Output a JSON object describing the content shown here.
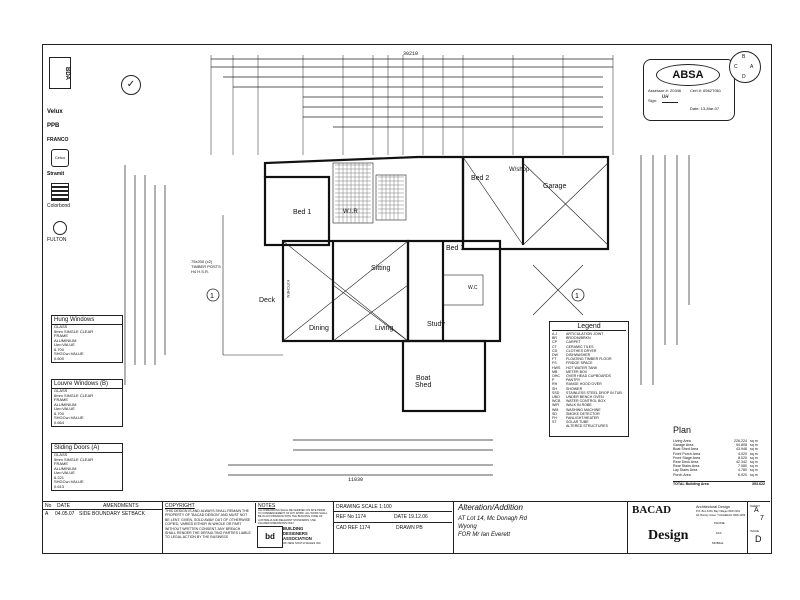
{
  "left_logos": [
    "BDA",
    "Velux",
    "PPB",
    "FRANCO",
    "Cetco",
    "Stramit",
    "Colorbond",
    "FULTON"
  ],
  "rooms": {
    "bed1": "Bed 1",
    "wir": "W.I.R",
    "bed2": "Bed 2",
    "garage": "Garage",
    "bed3": "Bed 3",
    "sitting": "Sitting",
    "dining": "Dining",
    "living": "Living",
    "study": "Study",
    "deck": "Deck",
    "boat_shed": "Boat\nShed",
    "wc": "W.C",
    "kitchen": "KITCHEN",
    "wshop": "W/shop"
  },
  "overall_width": "30210",
  "lower_width": "11030",
  "timber_note": "75x200 (x2)\nTIMBER POSTS\nH4 H.S.R.",
  "abs_stamp": {
    "logo": "ABSA",
    "assessor": "Assessor #: 20346",
    "cert": "Cert #: 6562T061",
    "sign": "Sign:",
    "date": "Date: 13-Mar-07"
  },
  "bca_circle": [
    "B",
    "C",
    "A",
    "D"
  ],
  "hung_windows": {
    "title": "Hung Windows",
    "lines": [
      "GLASS",
      "5mm SINGLE CLEAR",
      "FRAME",
      "ALUMINIUM",
      "Uw=VALUE",
      "6.700",
      "SHGCw=VALUE",
      "0.600"
    ]
  },
  "louvre_windows": {
    "title": "Louvre Windows (B)",
    "lines": [
      "GLASS",
      "6mm SINGLE CLEAR",
      "FRAME",
      "ALUMINIUM",
      "Uw=VALUE",
      "6.700",
      "SHGCw=VALUE",
      "0.664"
    ]
  },
  "sliding_doors": {
    "title": "Sliding Doors (A)",
    "lines": [
      "GLASS",
      "5mm SINGLE CLEAR",
      "FRAME",
      "ALUMINIUM",
      "Uw=VALUE",
      "6.221",
      "SHGCw=VALUE",
      "0.613"
    ]
  },
  "legend": {
    "title": "Legend",
    "items": [
      [
        "A.J",
        "ARTICULATION JOINT"
      ],
      [
        "BR",
        "BROOM/BRKN"
      ],
      [
        "CP",
        "CARPET"
      ],
      [
        "CT",
        "CERAMIC TILES"
      ],
      [
        "CD",
        "CLOTHES DRYER"
      ],
      [
        "DW",
        "DISHWASHER"
      ],
      [
        "FT",
        "FLOATING TIMBER FLOOR"
      ],
      [
        "FS",
        "FRIDGE SPACE"
      ],
      [
        "HWS",
        "HOT WATER TANK"
      ],
      [
        "MB",
        "METER BOX"
      ],
      [
        "OHC",
        "OVER HEAD CUPBOARDS"
      ],
      [
        "P",
        "PANTRY"
      ],
      [
        "RH",
        "RANGE HOOD OVER"
      ],
      [
        "SH",
        "SHOWER"
      ],
      [
        "SSD",
        "STAINLESS STEEL DROP IN TUB"
      ],
      [
        "UBO",
        "UNDER BENCH OVEN"
      ],
      [
        "WCB",
        "WATER CONTROL BOX"
      ],
      [
        "WIR",
        "WALK IN ROBE"
      ],
      [
        "WM",
        "WASHING MACHINE"
      ],
      [
        "SD",
        "SMOKE DETECTOR"
      ],
      [
        "FH",
        "FANLIGHT/HEATER"
      ],
      [
        "ST",
        "SOLAR TUBE"
      ],
      [
        "",
        "ALTERED STRUCTURES"
      ]
    ]
  },
  "plan": {
    "title": "Plan",
    "rows": [
      [
        "Living Area",
        "226.224"
      ],
      [
        "Garage Area",
        "54.808"
      ],
      [
        "Boat Shed Area",
        "43.946"
      ],
      [
        "Front Porch Area",
        "4.020"
      ],
      [
        "Front Stage Area",
        "8.020"
      ],
      [
        "Rear Deck Area",
        "42.342"
      ],
      [
        "Rear Stairs Area",
        "7.080"
      ],
      [
        "Lay Stairs Area",
        "4.780"
      ],
      [
        "Porch Area",
        "6.920"
      ]
    ],
    "unit": "sq m",
    "total_label": "TOTAL Building Area",
    "total": "393.622"
  },
  "amendments": {
    "headers": [
      "No",
      "DATE",
      "AMENDMENTS"
    ],
    "row": [
      "A",
      "04.05.07",
      "SIDE BOUNDARY SETBACK"
    ]
  },
  "copyright": {
    "title": "COPYRIGHT",
    "text": "THIS DESIGN IS AND ALWAYS SHALL REMAIN THE PROPERTY OF \"BACAD DESIGN\" AND MUST NOT BE LENT, GIVEN, SOLD AWAY OUT OF OTHERWISE COPIED, VARIED EITHER IN WHOLE OR PART WITHOUT WRITTEN CONSENT. ANY BREACH SHALL RENDER THE DEFAULTING PARTIES LIABLE TO LEGAL ACTION BY THE BUSINESS"
  },
  "notes": {
    "title": "NOTES",
    "text": "ALL DIMENSIONS SHALL BE VERIFIED ON SITE PRIOR TO COMMENCEMENT OF ANY WORK. ALL WORK SHALL BE IN ACCORDANCE WITH THE BUILDING CODE OF AUSTRALIA AND RELEVANT STANDARDS. USE FIGURED DIMENSIONS ONLY"
  },
  "bdaa": {
    "line1": "BUILDING",
    "line2": "DESIGNERS",
    "line3": "ASSOCIATION",
    "line4": "OF NEW SOUTH WALES INC"
  },
  "drawing": {
    "scale": "DRAWING SCALE 1:100",
    "ref": "REF No 1174",
    "date": "DATE 19.12.06",
    "cad": "CAD REF 1174",
    "drawn": "DRAWN PB"
  },
  "project": {
    "title": "Alteration/Addition",
    "address": "AT Lot 14, Mc Donagh Rd",
    "town": "Wyong",
    "for": "FOR Mr Ian Everett"
  },
  "company": {
    "name1": "BACAD",
    "name2": "Design",
    "tagline": "Architectural Design",
    "addr1": "P.O. Box 4150, Bay Village NSW 2261",
    "addr2": "4/1 Boorey Close, TUGGERAH NSW 2259",
    "phone_label": "PHONE",
    "fax_label": "FAX",
    "mobile_label": "MOBILE"
  },
  "sheet": {
    "label": "SHEET",
    "no": "A",
    "of": "7",
    "issue_label": "ISSUE",
    "issue": "D"
  }
}
